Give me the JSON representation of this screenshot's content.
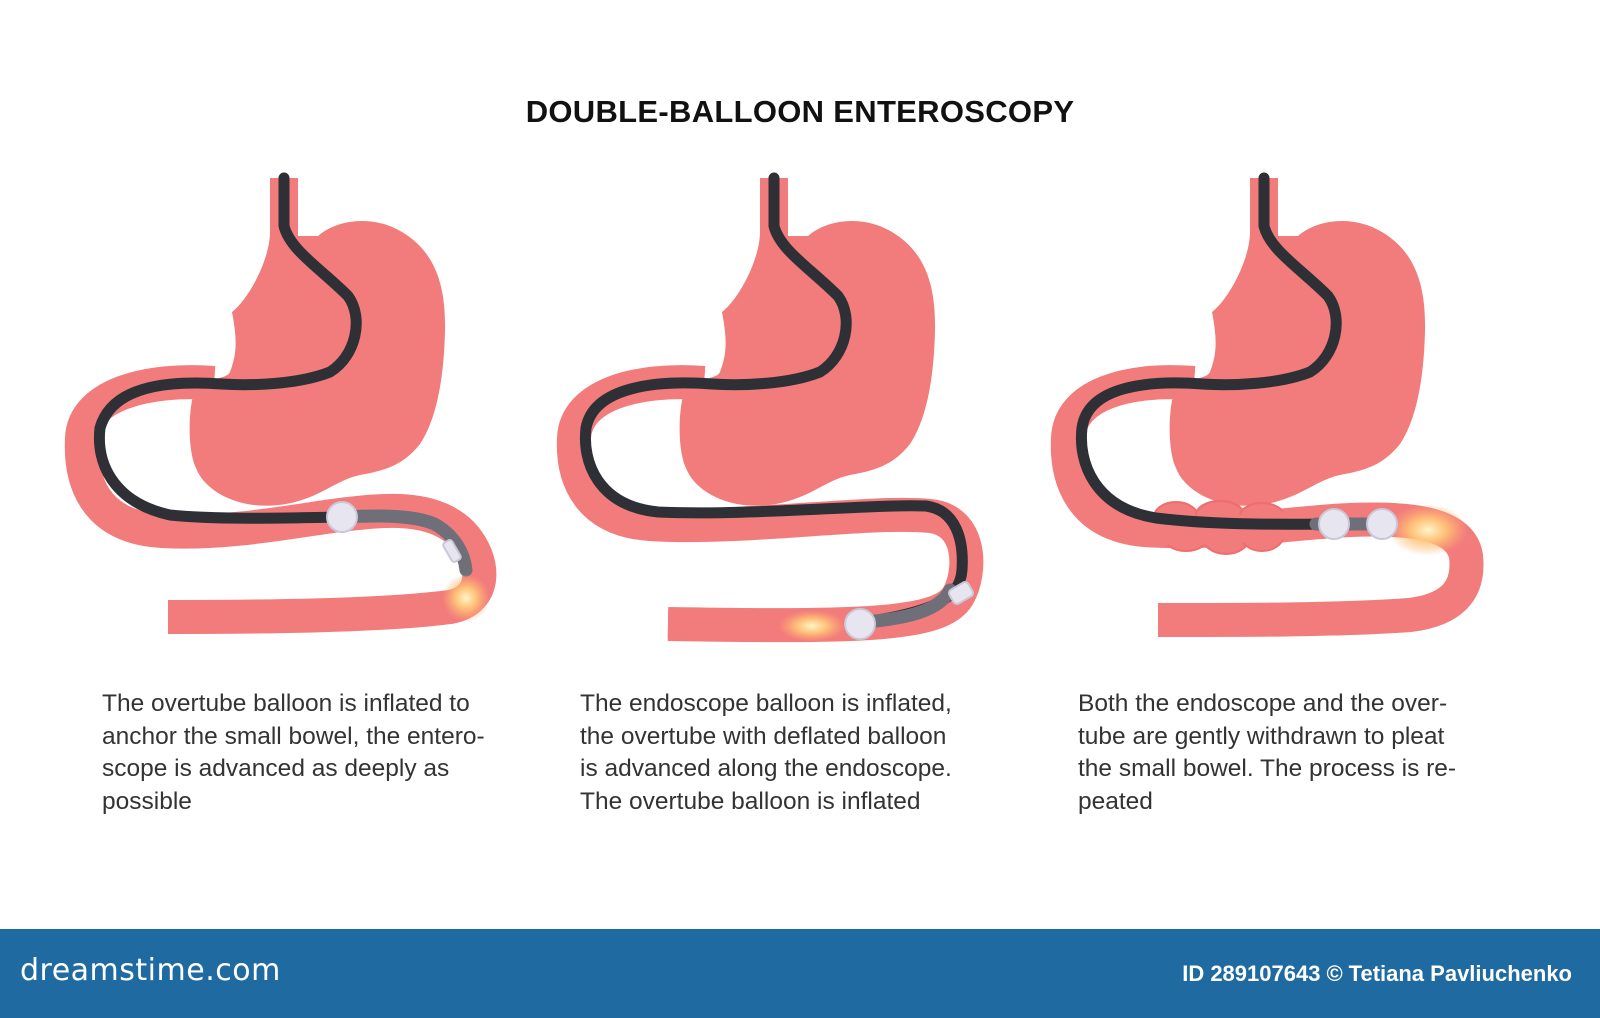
{
  "title": "DOUBLE-BALLOON ENTEROSCOPY",
  "panels": [
    {
      "caption_lines": [
        "The overtube balloon is inflated to",
        "anchor the small bowel, the entero-",
        "scope is advanced as deeply as",
        "possible"
      ]
    },
    {
      "caption_lines": [
        "The endoscope balloon is inflated,",
        "the overtube with deflated balloon",
        "is advanced along the endoscope.",
        "The overtube balloon is inflated"
      ]
    },
    {
      "caption_lines": [
        "Both the endoscope and the over-",
        "tube are gently withdrawn to pleat",
        "the small bowel. The process is re-",
        "peated"
      ]
    }
  ],
  "footer": {
    "brand": "dreamstime.com",
    "id_text": "ID 289107643",
    "copyright_symbol": "©",
    "author": "Tetiana Pavliuchenko"
  },
  "colors": {
    "organ_fill": "#f27b7b",
    "organ_outline": "#f27b7b",
    "lumen": "#fbe1e1",
    "scope": "#2f2f36",
    "overtube": "#6f6f79",
    "balloon": "#e7e6f0",
    "light_glow": "#ffd27a",
    "footer_bg": "#1f6aa0"
  }
}
